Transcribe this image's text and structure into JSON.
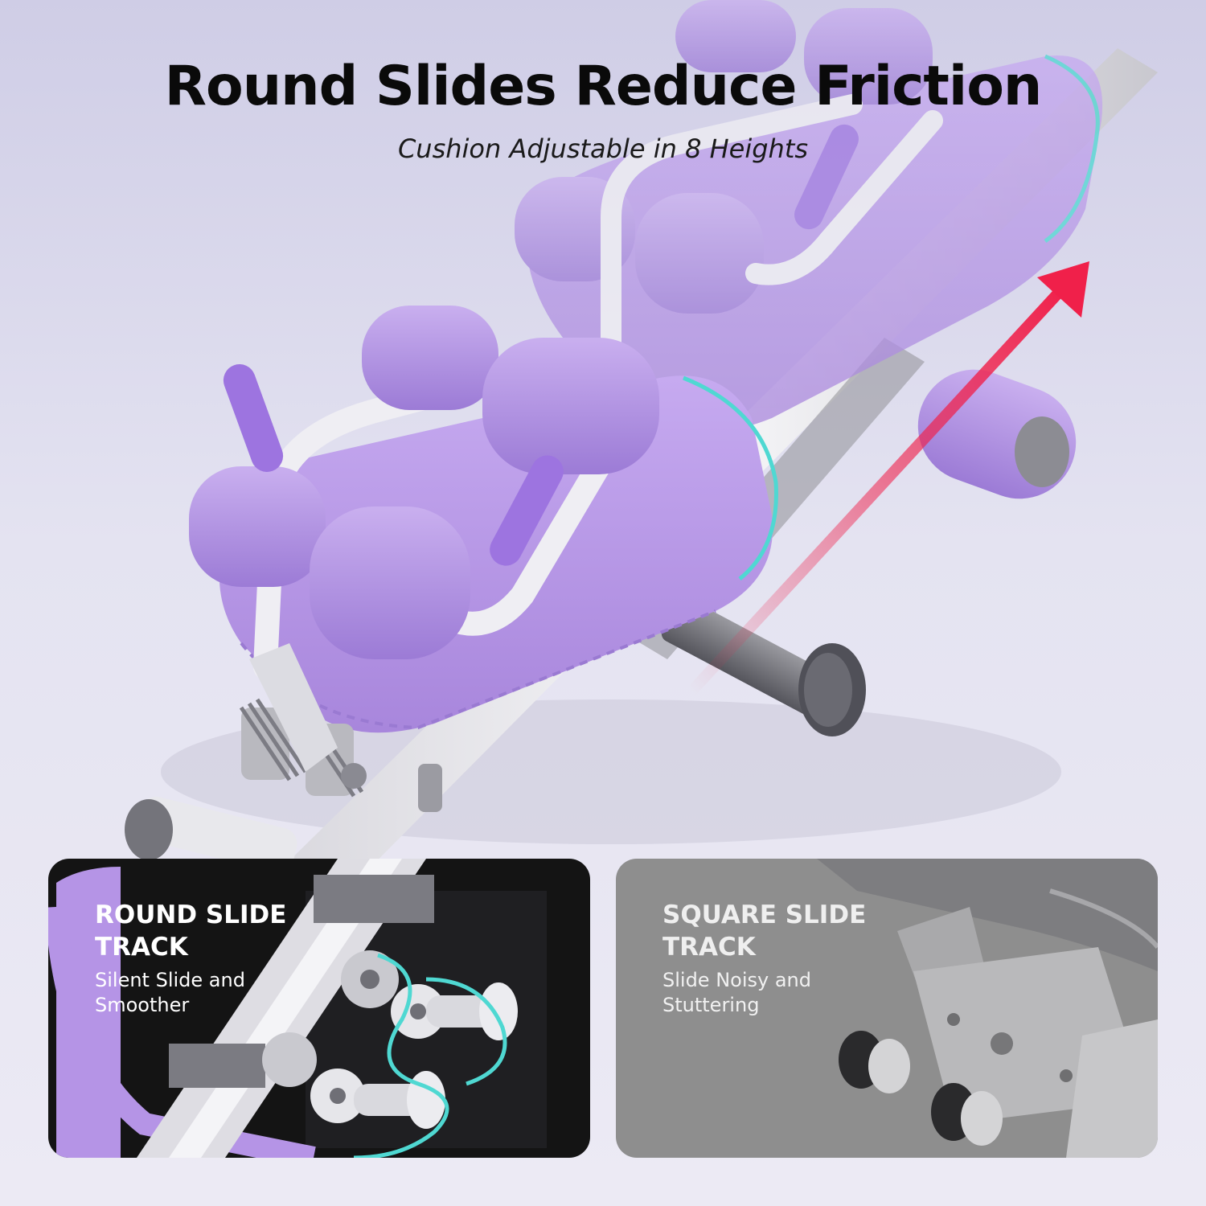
{
  "header": {
    "title": "Round Slides Reduce Friction",
    "subtitle": "Cushion Adjustable in 8 Heights"
  },
  "comparison": {
    "round": {
      "title": "ROUND SLIDE TRACK",
      "description": "Silent Slide and Smoother"
    },
    "square": {
      "title": "SQUARE SLIDE TRACK",
      "description": "Slide Noisy and Stuttering"
    }
  },
  "colors": {
    "cushion_purple": "#b797e4",
    "frame_white": "#ecebf0",
    "arrow_red": "#f0204a",
    "track_cyan": "#4fd8d2"
  },
  "icons": {
    "direction_arrow": "arrow-up-right-icon"
  }
}
